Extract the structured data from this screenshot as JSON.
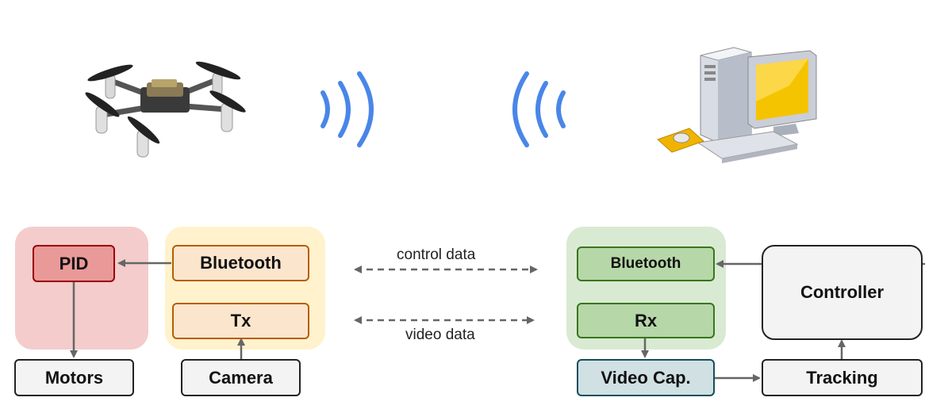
{
  "blocks": {
    "pid": "PID",
    "motors": "Motors",
    "drone_bluetooth": "Bluetooth",
    "drone_tx": "Tx",
    "camera": "Camera",
    "pc_bluetooth": "Bluetooth",
    "pc_rx": "Rx",
    "video_capture": "Video Cap.",
    "controller": "Controller",
    "tracking": "Tracking"
  },
  "links": {
    "control": "control data",
    "video": "video data"
  },
  "colors": {
    "pid_group": "#f4cccc",
    "pid_box": "#ea9999",
    "pid_border": "#990000",
    "drone_group": "#fff2cc",
    "drone_box": "#fce5cd",
    "drone_border": "#b45f06",
    "pc_group": "#d9ead3",
    "pc_box": "#b6d7a8",
    "pc_border": "#38761d",
    "video_cap_box": "#d0e0e3",
    "video_cap_border": "#134f5c",
    "neutral_box": "#f3f3f3",
    "neutral_border": "#222222",
    "arrow": "#666666",
    "wifi": "#4a86e8"
  },
  "icons": [
    "quadcopter-drone-icon",
    "wireless-signal-icon",
    "desktop-computer-icon"
  ]
}
